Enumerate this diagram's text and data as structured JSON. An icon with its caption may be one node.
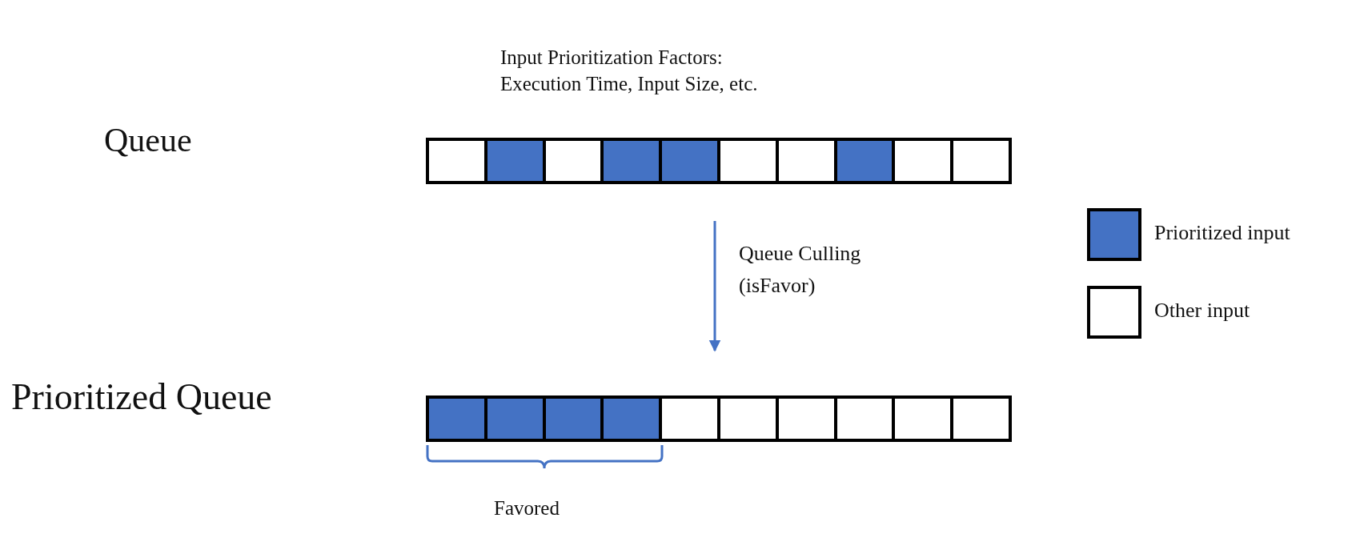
{
  "diagram": {
    "nodes": [
      {
        "text": [],
        "shape": "bar"
      },
      {
        "text": [],
        "shape": "box",
        "in": 0
      },
      {
        "text": [],
        "shape": "box",
        "in": 0
      },
      {
        "text": [],
        "shape": "box",
        "in": 0
      },
      {
        "text": [],
        "shape": "box",
        "in": 0
      },
      {
        "text": [],
        "shape": "box",
        "in": 0
      },
      {
        "text": [],
        "shape": "box",
        "in": 0
      },
      {
        "text": [],
        "shape": "box",
        "in": 0
      },
      {
        "text": [],
        "shape": "box",
        "in": 0
      },
      {
        "text": [],
        "shape": "box",
        "in": 0
      },
      {
        "text": [],
        "shape": "box",
        "in": 0
      },
      {
        "text": [],
        "shape": "bar"
      },
      {
        "text": [],
        "shape": "box",
        "in": 11
      },
      {
        "text": [],
        "shape": "box",
        "in": 11
      },
      {
        "text": [],
        "shape": "box",
        "in": 11
      },
      {
        "text": [],
        "shape": "box",
        "in": 11
      },
      {
        "text": [],
        "shape": "box",
        "in": 11
      },
      {
        "text": [],
        "shape": "box",
        "in": 11
      },
      {
        "text": [],
        "shape": "box",
        "in": 11
      },
      {
        "text": [],
        "shape": "box",
        "in": 11
      },
      {
        "text": [],
        "shape": "box",
        "in": 11
      },
      {
        "text": [],
        "shape": "box",
        "in": 11
      }
    ],
    "edges": [
      {
        "from": 0,
        "to": 11,
        "arrow": "to",
        "label": "Queue Culling (isFavor)",
        "color": "#4472c4"
      }
    ],
    "labels": [
      "Input Prioritization Factors: Execution Time, Input Size, etc.",
      "Queue",
      "Prioritized Queue",
      "Favored"
    ],
    "legend": [
      {
        "text": "Prioritized input",
        "color": "#4472c4"
      },
      {
        "text": "Other input",
        "color": "#ffffff"
      }
    ]
  }
}
